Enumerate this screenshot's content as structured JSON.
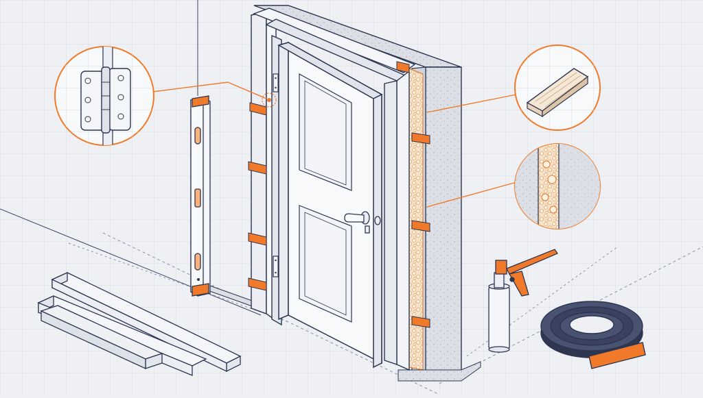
{
  "scene": {
    "subject": "door-installation-technical-illustration",
    "palette": {
      "background": "#eef0f4",
      "grid": "#d9dde6",
      "ink": "#2c3550",
      "accent": "#f07a2a",
      "accent_light": "#f9b27a",
      "foam": "#f3dcc0",
      "wall": "#d8dbe2",
      "door": "#f8f9fb"
    },
    "callouts": [
      {
        "topic": "hinge-detail",
        "icon": "hinge-icon"
      },
      {
        "topic": "wooden-shim-detail",
        "icon": "shim-icon"
      },
      {
        "topic": "expanding-foam-detail",
        "icon": "foam-icon"
      }
    ],
    "tools": [
      "spirit-level-icon",
      "foam-gun-icon",
      "sealing-tape-roll-icon",
      "trim-moulding-icon"
    ]
  }
}
